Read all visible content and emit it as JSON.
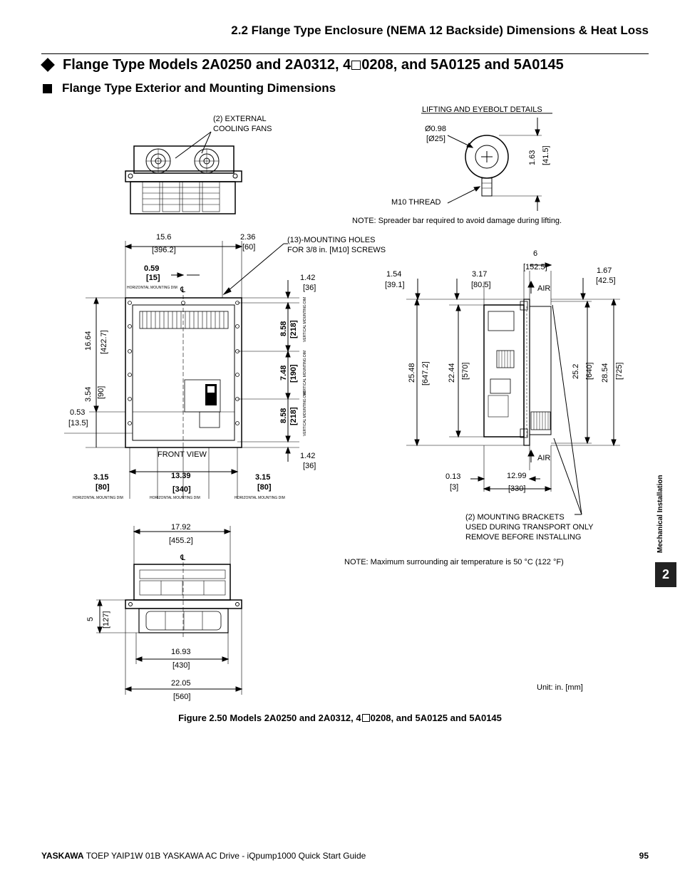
{
  "header": {
    "section_title": "2.2 Flange Type Enclosure (NEMA 12 Backside) Dimensions & Heat Loss"
  },
  "heading1": {
    "pre": "Flange Type Models 2A0250 and 2A0312, 4",
    "post": "0208, and 5A0125 and 5A0145"
  },
  "heading2": {
    "text": "Flange Type Exterior and Mounting Dimensions"
  },
  "labels": {
    "cooling_fans_1": "(2) EXTERNAL",
    "cooling_fans_2": "COOLING FANS",
    "lifting_title": "LIFTING AND EYEBOLT DETAILS",
    "eye_dia_in": "Ø0.98",
    "eye_dia_mm": "[Ø25]",
    "eye_h_in": "1.63",
    "eye_h_mm": "[41.5]",
    "m10_thread": "M10 THREAD",
    "note_spreader": "NOTE: Spreader bar required to avoid damage during lifting.",
    "mount_holes_1": "(13)-MOUNTING HOLES",
    "mount_holes_2": "FOR 3/8 in. [M10] SCREWS",
    "front_view": "FRONT VIEW",
    "air_top": "AIR",
    "air_bottom": "AIR",
    "brackets_1": "(2) MOUNTING BRACKETS",
    "brackets_2": "USED DURING TRANSPORT ONLY",
    "brackets_3": "REMOVE BEFORE INSTALLING",
    "note_temp": "NOTE: Maximum surrounding air temperature is 50 °C (122 °F)",
    "unit": "Unit: in. [mm]",
    "centerline": "℄",
    "hmd": "HORIZONTAL MOUNTING DIM",
    "vmd": "VERTICAL MOUNTING DIM"
  },
  "dims": {
    "d15_6": "15.6",
    "d396_2": "[396.2]",
    "d2_36": "2.36",
    "d60": "[60]",
    "d0_59": "0.59",
    "d15": "[15]",
    "d1_42a": "1.42",
    "d36a": "[36]",
    "d1_42b": "1.42",
    "d36b": "[36]",
    "d16_64": "16.64",
    "d422_7": "[422.7]",
    "d3_54": "3.54",
    "d90": "[90]",
    "d0_53": "0.53",
    "d13_5": "[13.5]",
    "d8_58a": "8.58",
    "d218a": "[218]",
    "d7_48": "7.48",
    "d190": "[190]",
    "d8_58b": "8.58",
    "d218b": "[218]",
    "d3_15a": "3.15",
    "d80a": "[80]",
    "d13_39": "13.39",
    "d340": "[340]",
    "d3_15b": "3.15",
    "d80b": "[80]",
    "d6": "6",
    "d152_5": "[152.5]",
    "d1_54": "1.54",
    "d39_1": "[39.1]",
    "d3_17": "3.17",
    "d80_5": "[80.5]",
    "d1_67": "1.67",
    "d42_5": "[42.5]",
    "d25_48": "25.48",
    "d647_2": "[647.2]",
    "d22_44": "22.44",
    "d570": "[570]",
    "d25_2": "25.2",
    "d640": "[640]",
    "d28_54": "28.54",
    "d725": "[725]",
    "d0_13": "0.13",
    "d3": "[3]",
    "d12_99": "12.99",
    "d330": "[330]",
    "d17_92": "17.92",
    "d455_2": "[455.2]",
    "d5": "5",
    "d127": "[127]",
    "d16_93": "16.93",
    "d430": "[430]",
    "d22_05": "22.05",
    "d560": "[560]"
  },
  "caption": {
    "pre": "Figure 2.50  Models 2A0250 and 2A0312, 4",
    "post": "0208, and 5A0125 and 5A0145"
  },
  "side_tab": {
    "label": "Mechanical Installation",
    "number": "2"
  },
  "footer": {
    "brand": "YASKAWA",
    "text": " TOEP YAIP1W 01B YASKAWA AC Drive - iQpump1000 Quick Start Guide",
    "page": "95"
  }
}
